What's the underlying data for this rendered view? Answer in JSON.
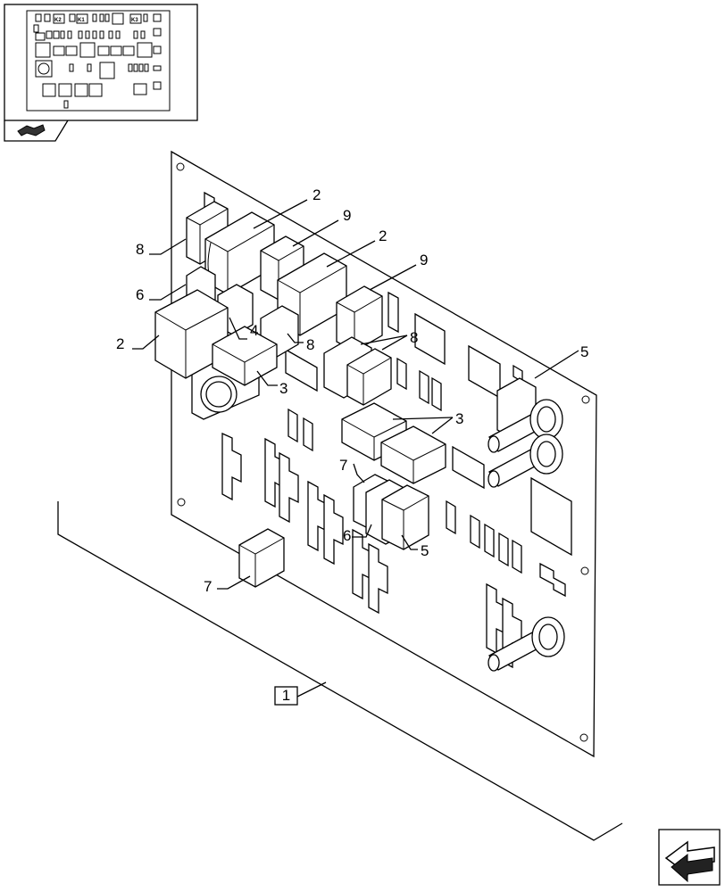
{
  "figure": {
    "callouts": {
      "c2a": "2",
      "c9a": "9",
      "c2b": "2",
      "c9b": "9",
      "c8a": "8",
      "c6a": "6",
      "c2c": "2",
      "c4": "4",
      "c8b": "8",
      "c3a": "3",
      "c8c": "8",
      "c5a": "5",
      "c3b": "3",
      "c7a": "7",
      "c6b": "6",
      "c5b": "5",
      "c7b": "7"
    },
    "assembly_label": "1",
    "thumbnail": {
      "labels": [
        "K2",
        "K1",
        "K3"
      ]
    }
  },
  "navigation": {
    "back_icon": "previous-page-icon",
    "next_icon": "next-page-icon"
  }
}
